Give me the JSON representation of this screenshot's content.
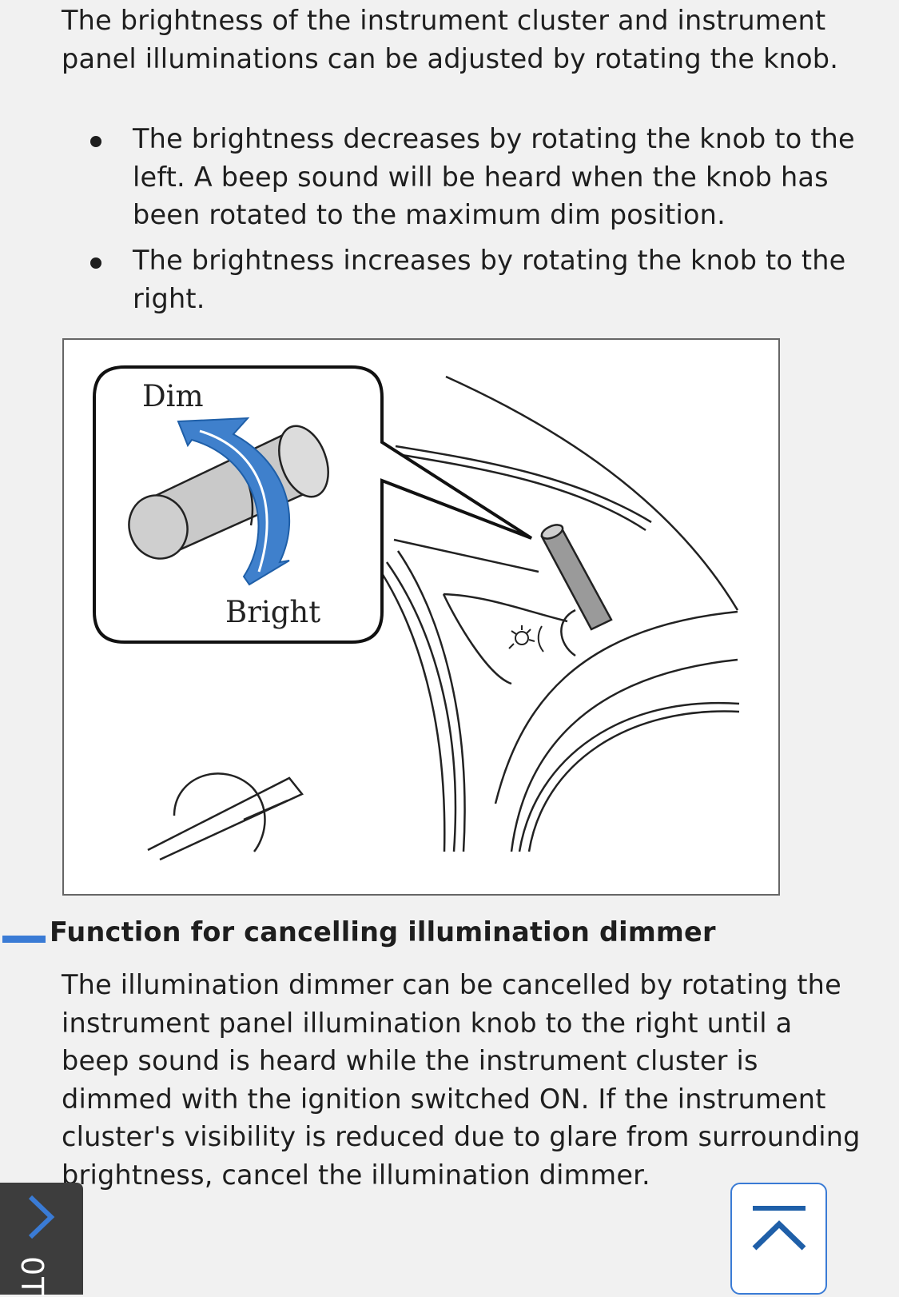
{
  "intro": "The brightness of the instrument cluster and instrument panel illuminations can be adjusted by rotating the knob.",
  "bullets": [
    "The brightness decreases by rotating the knob to the left. A beep sound will be heard when the knob has been rotated to the maximum dim position.",
    "The brightness increases by rotating the knob to the right."
  ],
  "figure": {
    "dim_label": "Dim",
    "bright_label": "Bright"
  },
  "section": {
    "title": "Function for cancelling illumination dimmer",
    "body": "The illumination dimmer can be cancelled by rotating the instrument panel illumination knob to the right until a beep sound is heard while the instrument cluster is dimmed with the ignition switched ON. If the instrument cluster's visibility is reduced due to glare from surrounding brightness, cancel the illumination dimmer."
  },
  "nav": {
    "side_tab_text": "0T",
    "side_tab_icon": "chevron-right-icon",
    "top_button_icon": "scroll-to-top-icon"
  },
  "colors": {
    "accent": "#3a7bd5",
    "background": "#f1f1f1",
    "text": "#1e1e1e",
    "side_tab": "#3d3d3d"
  }
}
